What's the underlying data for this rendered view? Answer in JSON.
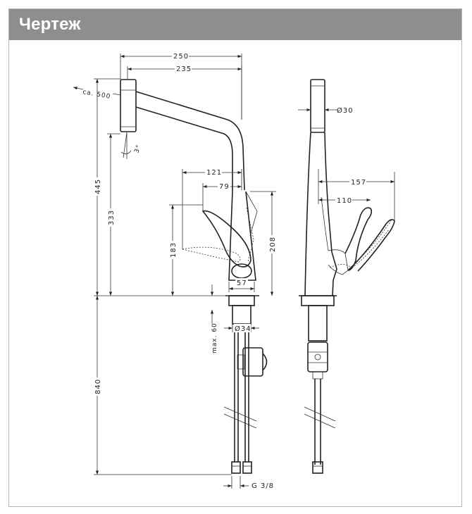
{
  "header": {
    "title": "Чертеж"
  },
  "dimensions": {
    "d250": "250",
    "d235": "235",
    "ca500": "ca. 500",
    "angle3": "3°",
    "d445": "445",
    "d333": "333",
    "d121": "121",
    "d79": "79",
    "d183": "183",
    "d208": "208",
    "d57": "57",
    "max60": "max. 60",
    "d34": "Ø34",
    "d840": "840",
    "g38": "G 3/8",
    "d30": "Ø30",
    "d157": "157",
    "d110": "110"
  }
}
